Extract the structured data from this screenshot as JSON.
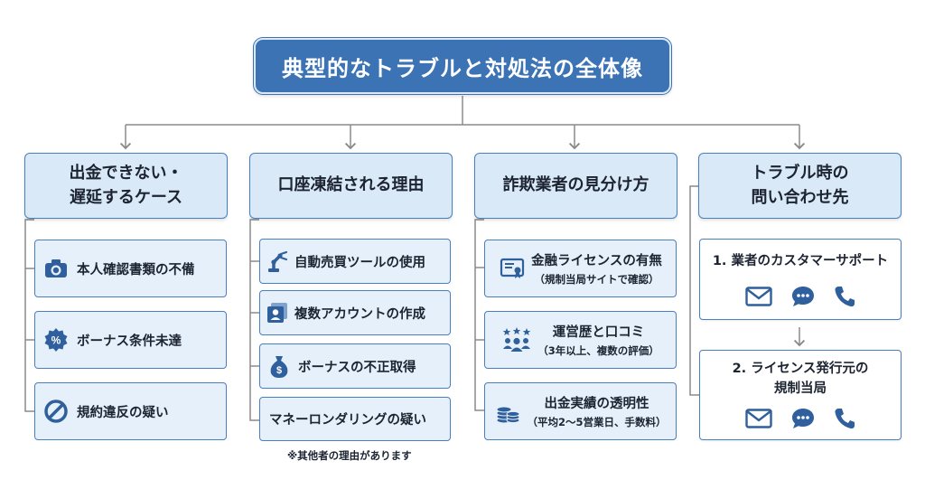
{
  "title": "典型的なトラブルと対処法の全体像",
  "columns": [
    {
      "header_line1": "出金できない・",
      "header_line2": "遅延するケース",
      "items": [
        {
          "label": "本人確認書類の不備",
          "icon": "camera-icon"
        },
        {
          "label": "ボーナス条件未達",
          "icon": "percent-badge-icon"
        },
        {
          "label": "規約違反の疑い",
          "icon": "prohibited-icon"
        }
      ]
    },
    {
      "header_line1": "口座凍結される理由",
      "items": [
        {
          "label": "自動売買ツールの使用",
          "icon": "robot-arm-icon"
        },
        {
          "label": "複数アカウントの作成",
          "icon": "accounts-icon"
        },
        {
          "label": "ボーナスの不正取得",
          "icon": "money-bag-icon"
        },
        {
          "label": "マネーロンダリングの疑い"
        }
      ],
      "note": "※其他者の理由があります"
    },
    {
      "header_line1": "詐欺業者の見分け方",
      "items": [
        {
          "label": "金融ライセンスの有無",
          "sub": "（規制当局サイトで確認）",
          "icon": "certificate-icon"
        },
        {
          "label": "運営歴と口コミ",
          "sub": "（3年以上、複数の評価）",
          "icon": "community-rating-icon"
        },
        {
          "label": "出金実績の透明性",
          "sub": "（平均2〜5営業日、手数料）",
          "icon": "coin-stack-icon"
        }
      ]
    },
    {
      "header_line1": "トラブル時の",
      "header_line2": "問い合わせ先",
      "contacts": [
        {
          "line1": "1. 業者のカスタマーサポート"
        },
        {
          "line1": "2. ライセンス発行元の",
          "line2": "規制当局"
        }
      ],
      "contact_icons": [
        "mail-icon",
        "chat-icon",
        "phone-icon"
      ]
    }
  ],
  "colors": {
    "title_bg": "#3b73b5",
    "header_bg": "#d9e9f7",
    "item_bg": "#e6f0fa",
    "border": "#4a7fbf",
    "icon": "#2f5f9c",
    "connector": "#8a8a8a"
  }
}
